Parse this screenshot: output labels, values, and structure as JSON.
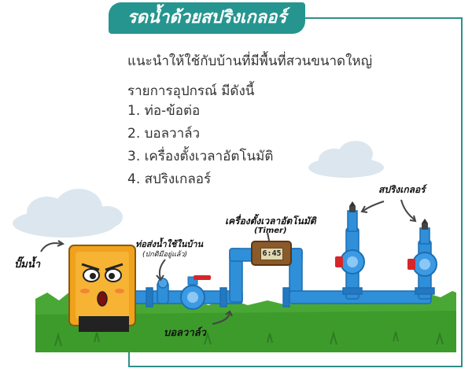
{
  "title": "รดน้ำด้วยสปริงเกลอร์",
  "intro": "แนะนำให้ใช้กับบ้านที่มีพื้นที่สวนขนาดใหญ่",
  "list_heading": "รายการอุปกรณ์ มีดังนี้",
  "items": [
    "1. ท่อ-ข้อต่อ",
    "2. บอลวาล์ว",
    "3. เครื่องตั้งเวลาอัตโนมัติ",
    "4. สปริงเกลอร์"
  ],
  "labels": {
    "pump": "ปั๊มน้ำ",
    "faucet": "ท่อส่งน้ำใช้ในบ้าน",
    "faucet_sub": "(ปกติมีอยู่แล้ว)",
    "timer": "เครื่องตั้งเวลาอัตโนมัติ",
    "timer_sub": "(Timer)",
    "timer_display": "6:45",
    "ball_valve": "บอลวาล์ว",
    "sprinkler": "สปริงเกลอร์"
  },
  "colors": {
    "accent": "#26958f",
    "pipe": "#2f8fd8",
    "grass": "#49a835",
    "pump": "#f0a21c",
    "valve_handle": "#d6262b"
  }
}
